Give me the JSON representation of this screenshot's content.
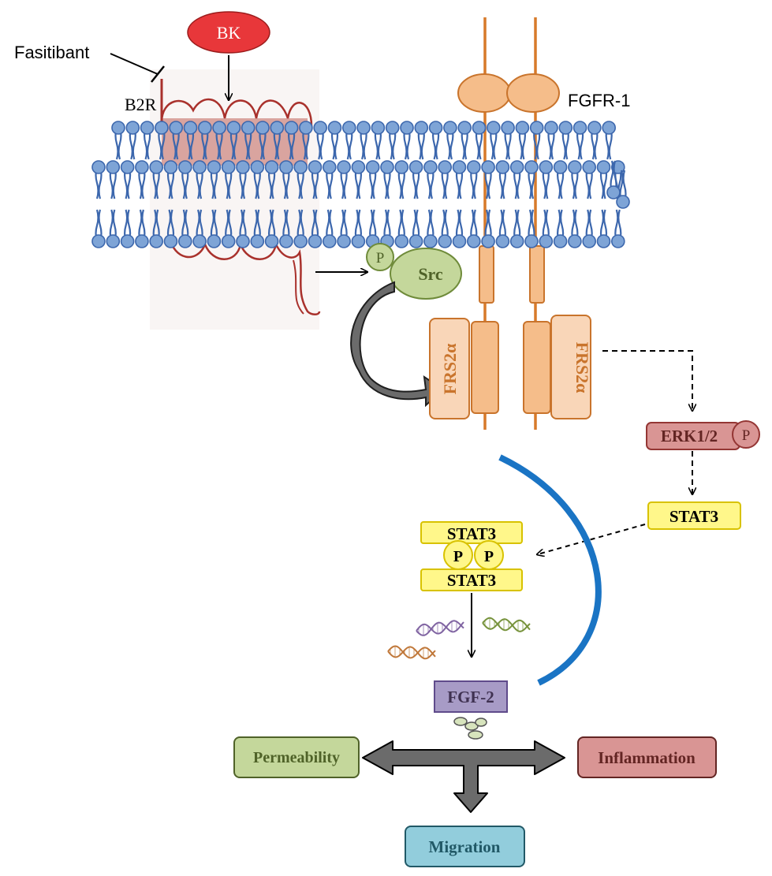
{
  "labels": {
    "bk": "BK",
    "fasitibant": "Fasitibant",
    "b2r": "B2R",
    "fgfr1": "FGFR-1",
    "src": "Src",
    "p": "P",
    "frs2a_left": "FRS2α",
    "frs2a_right": "FRS2α",
    "erk": "ERK1/2",
    "stat3_single": "STAT3",
    "stat3_top": "STAT3",
    "stat3_bottom": "STAT3",
    "fgf2": "FGF-2",
    "permeability": "Permeability",
    "inflammation": "Inflammation",
    "migration": "Migration"
  },
  "colors": {
    "membrane_head": "#7ea4d6",
    "membrane_tail": "#3c67ad",
    "receptor_orange": "#f5bd8a",
    "receptor_stroke": "#c9742c",
    "frs_fill": "#f9d6b8",
    "src_fill": "#c4d79b",
    "bk_fill": "#e8373a",
    "erk_fill": "#d99594",
    "stat_fill": "#fff78a",
    "fgf_fill": "#a79bc6",
    "perm_fill": "#c4d79b",
    "infl_fill": "#d99594",
    "migr_fill": "#92cddc",
    "blue_arc": "#1a74c4",
    "gray_arrow": "#6b6b6b",
    "b2r_red": "#a9312c"
  },
  "icons": {
    "dna": "dna-helix-icon",
    "fgf_particles": "fgf2-particles-icon"
  }
}
